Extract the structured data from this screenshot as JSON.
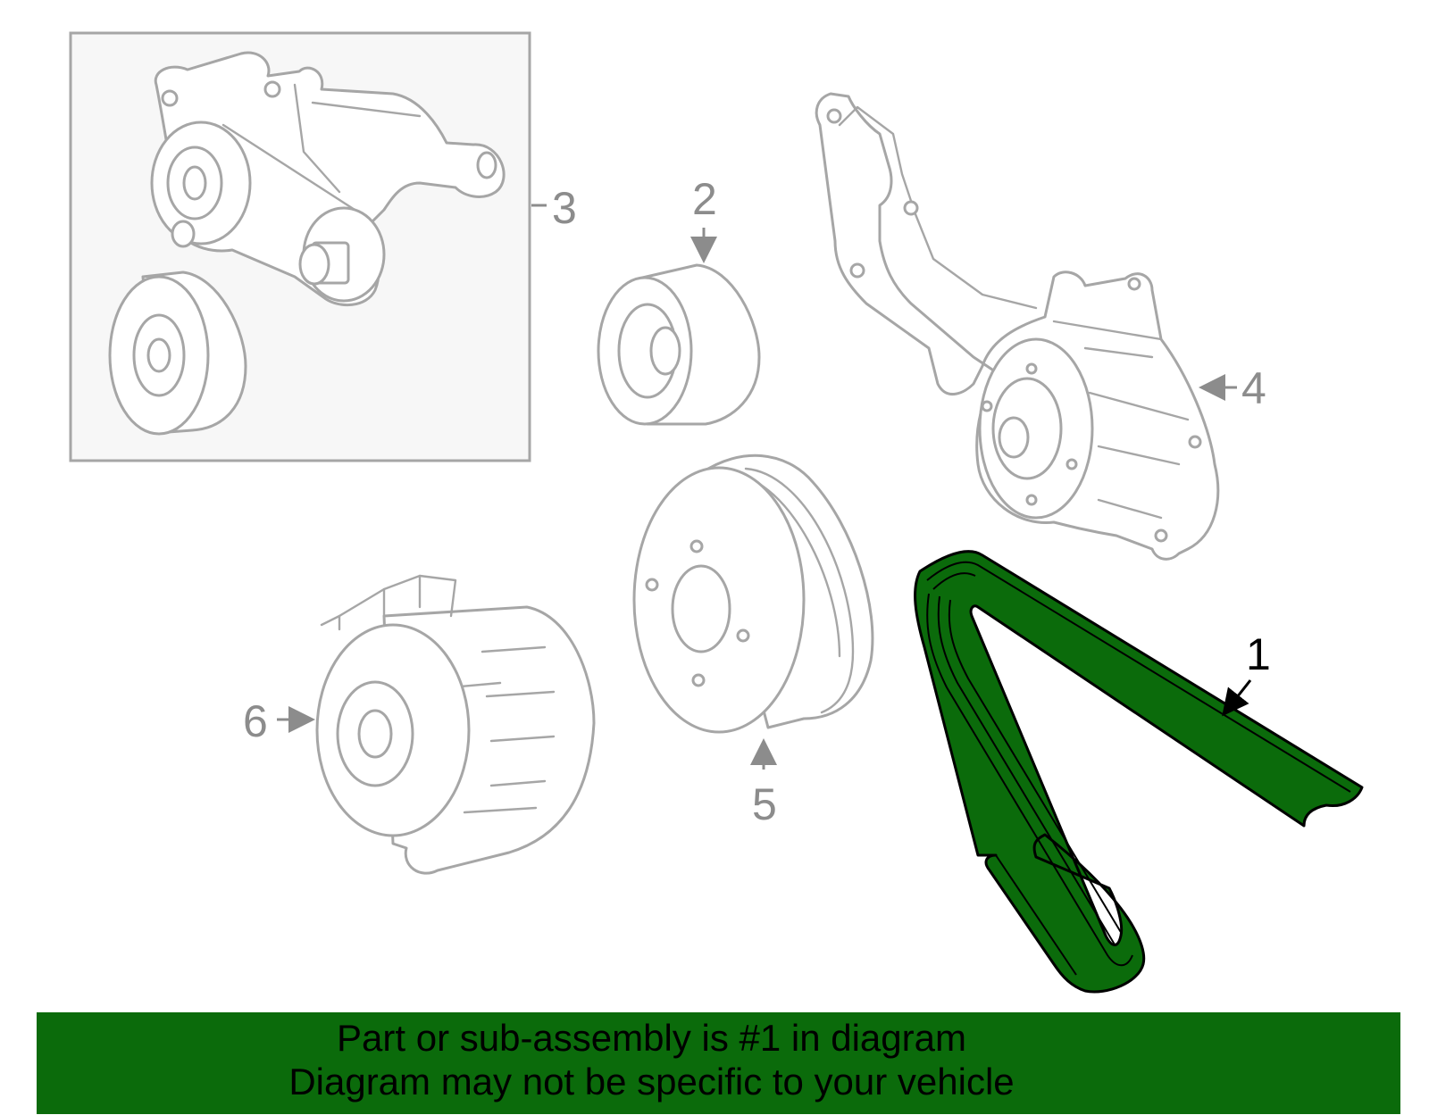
{
  "callouts": {
    "c1": "1",
    "c2": "2",
    "c3": "3",
    "c4": "4",
    "c5": "5",
    "c6": "6"
  },
  "banner": {
    "line1": "Part or sub-assembly is #1 in diagram",
    "line2": "Diagram may not be specific to your vehicle"
  },
  "colors": {
    "highlight": "#0b6b0b",
    "part_stroke": "#a6a6a6",
    "callout_text": "#8c8c8c"
  }
}
